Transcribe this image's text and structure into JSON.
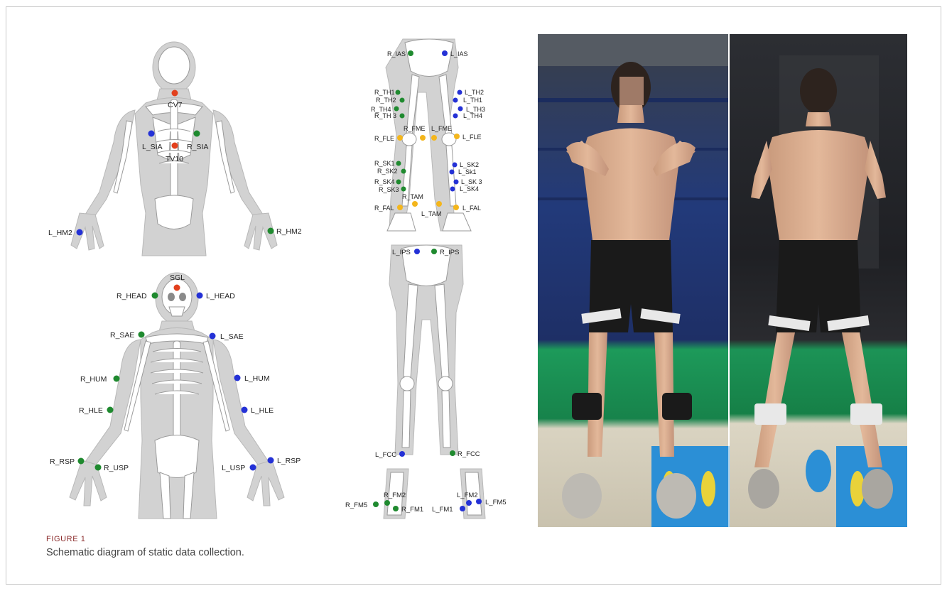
{
  "caption": {
    "label": "FIGURE 1",
    "text": "Schematic diagram of static data collection."
  },
  "colors": {
    "green": "#1f8a2f",
    "blue": "#2431d6",
    "red": "#e2401d",
    "orange": "#f4b61c"
  },
  "markers": [
    {
      "label": "CV7",
      "color": "red"
    },
    {
      "label": "L_SIA",
      "color": "blue"
    },
    {
      "label": "R_SIA",
      "color": "green"
    },
    {
      "label": "TV10",
      "color": "red"
    },
    {
      "label": "L_HM2",
      "color": "blue"
    },
    {
      "label": "R_HM2",
      "color": "green"
    },
    {
      "label": "SGL",
      "color": "red"
    },
    {
      "label": "R_HEAD",
      "color": "green"
    },
    {
      "label": "L_HEAD",
      "color": "blue"
    },
    {
      "label": "R_SAE",
      "color": "green"
    },
    {
      "label": "L_SAE",
      "color": "blue"
    },
    {
      "label": "R_HUM",
      "color": "green"
    },
    {
      "label": "L_HUM",
      "color": "blue"
    },
    {
      "label": "R_HLE",
      "color": "green"
    },
    {
      "label": "L_HLE",
      "color": "blue"
    },
    {
      "label": "R_RSP",
      "color": "green"
    },
    {
      "label": "R_USP",
      "color": "green"
    },
    {
      "label": "L_USP",
      "color": "blue"
    },
    {
      "label": "L_RSP",
      "color": "blue"
    },
    {
      "label": "R_IAS",
      "color": "green"
    },
    {
      "label": "L_IAS",
      "color": "blue"
    },
    {
      "label": "R_TH1",
      "color": "green"
    },
    {
      "label": "R_TH2",
      "color": "green"
    },
    {
      "label": "R_TH4",
      "color": "green"
    },
    {
      "label": "R_TH 3",
      "color": "green"
    },
    {
      "label": "L_TH2",
      "color": "blue"
    },
    {
      "label": "L_TH1",
      "color": "blue"
    },
    {
      "label": "L_TH3",
      "color": "blue"
    },
    {
      "label": "L_TH4",
      "color": "blue"
    },
    {
      "label": "R_FLE",
      "color": "orange"
    },
    {
      "label": "R_FME",
      "color": "orange"
    },
    {
      "label": "L_FME",
      "color": "orange"
    },
    {
      "label": "L_FLE",
      "color": "orange"
    },
    {
      "label": "R_SK1",
      "color": "green"
    },
    {
      "label": "R_SK2",
      "color": "green"
    },
    {
      "label": "R_SK4",
      "color": "green"
    },
    {
      "label": "R_SK3",
      "color": "green"
    },
    {
      "label": "L_SK2",
      "color": "blue"
    },
    {
      "label": "L_Sk1",
      "color": "blue"
    },
    {
      "label": "L_SK 3",
      "color": "blue"
    },
    {
      "label": "L_SK4",
      "color": "blue"
    },
    {
      "label": "R_TAM",
      "color": "orange"
    },
    {
      "label": "R_FAL",
      "color": "orange"
    },
    {
      "label": "L_TAM",
      "color": "orange"
    },
    {
      "label": "L_FAL",
      "color": "orange"
    },
    {
      "label": "L_IPS",
      "color": "blue"
    },
    {
      "label": "R_IPS",
      "color": "green"
    },
    {
      "label": "L_FCC",
      "color": "blue"
    },
    {
      "label": "R_FCC",
      "color": "green"
    },
    {
      "label": "R_FM2",
      "color": "green"
    },
    {
      "label": "R_FM5",
      "color": "green"
    },
    {
      "label": "R_FM1",
      "color": "green"
    },
    {
      "label": "L_FM2",
      "color": "blue"
    },
    {
      "label": "L_FM1",
      "color": "blue"
    },
    {
      "label": "L_FM5",
      "color": "blue"
    }
  ]
}
